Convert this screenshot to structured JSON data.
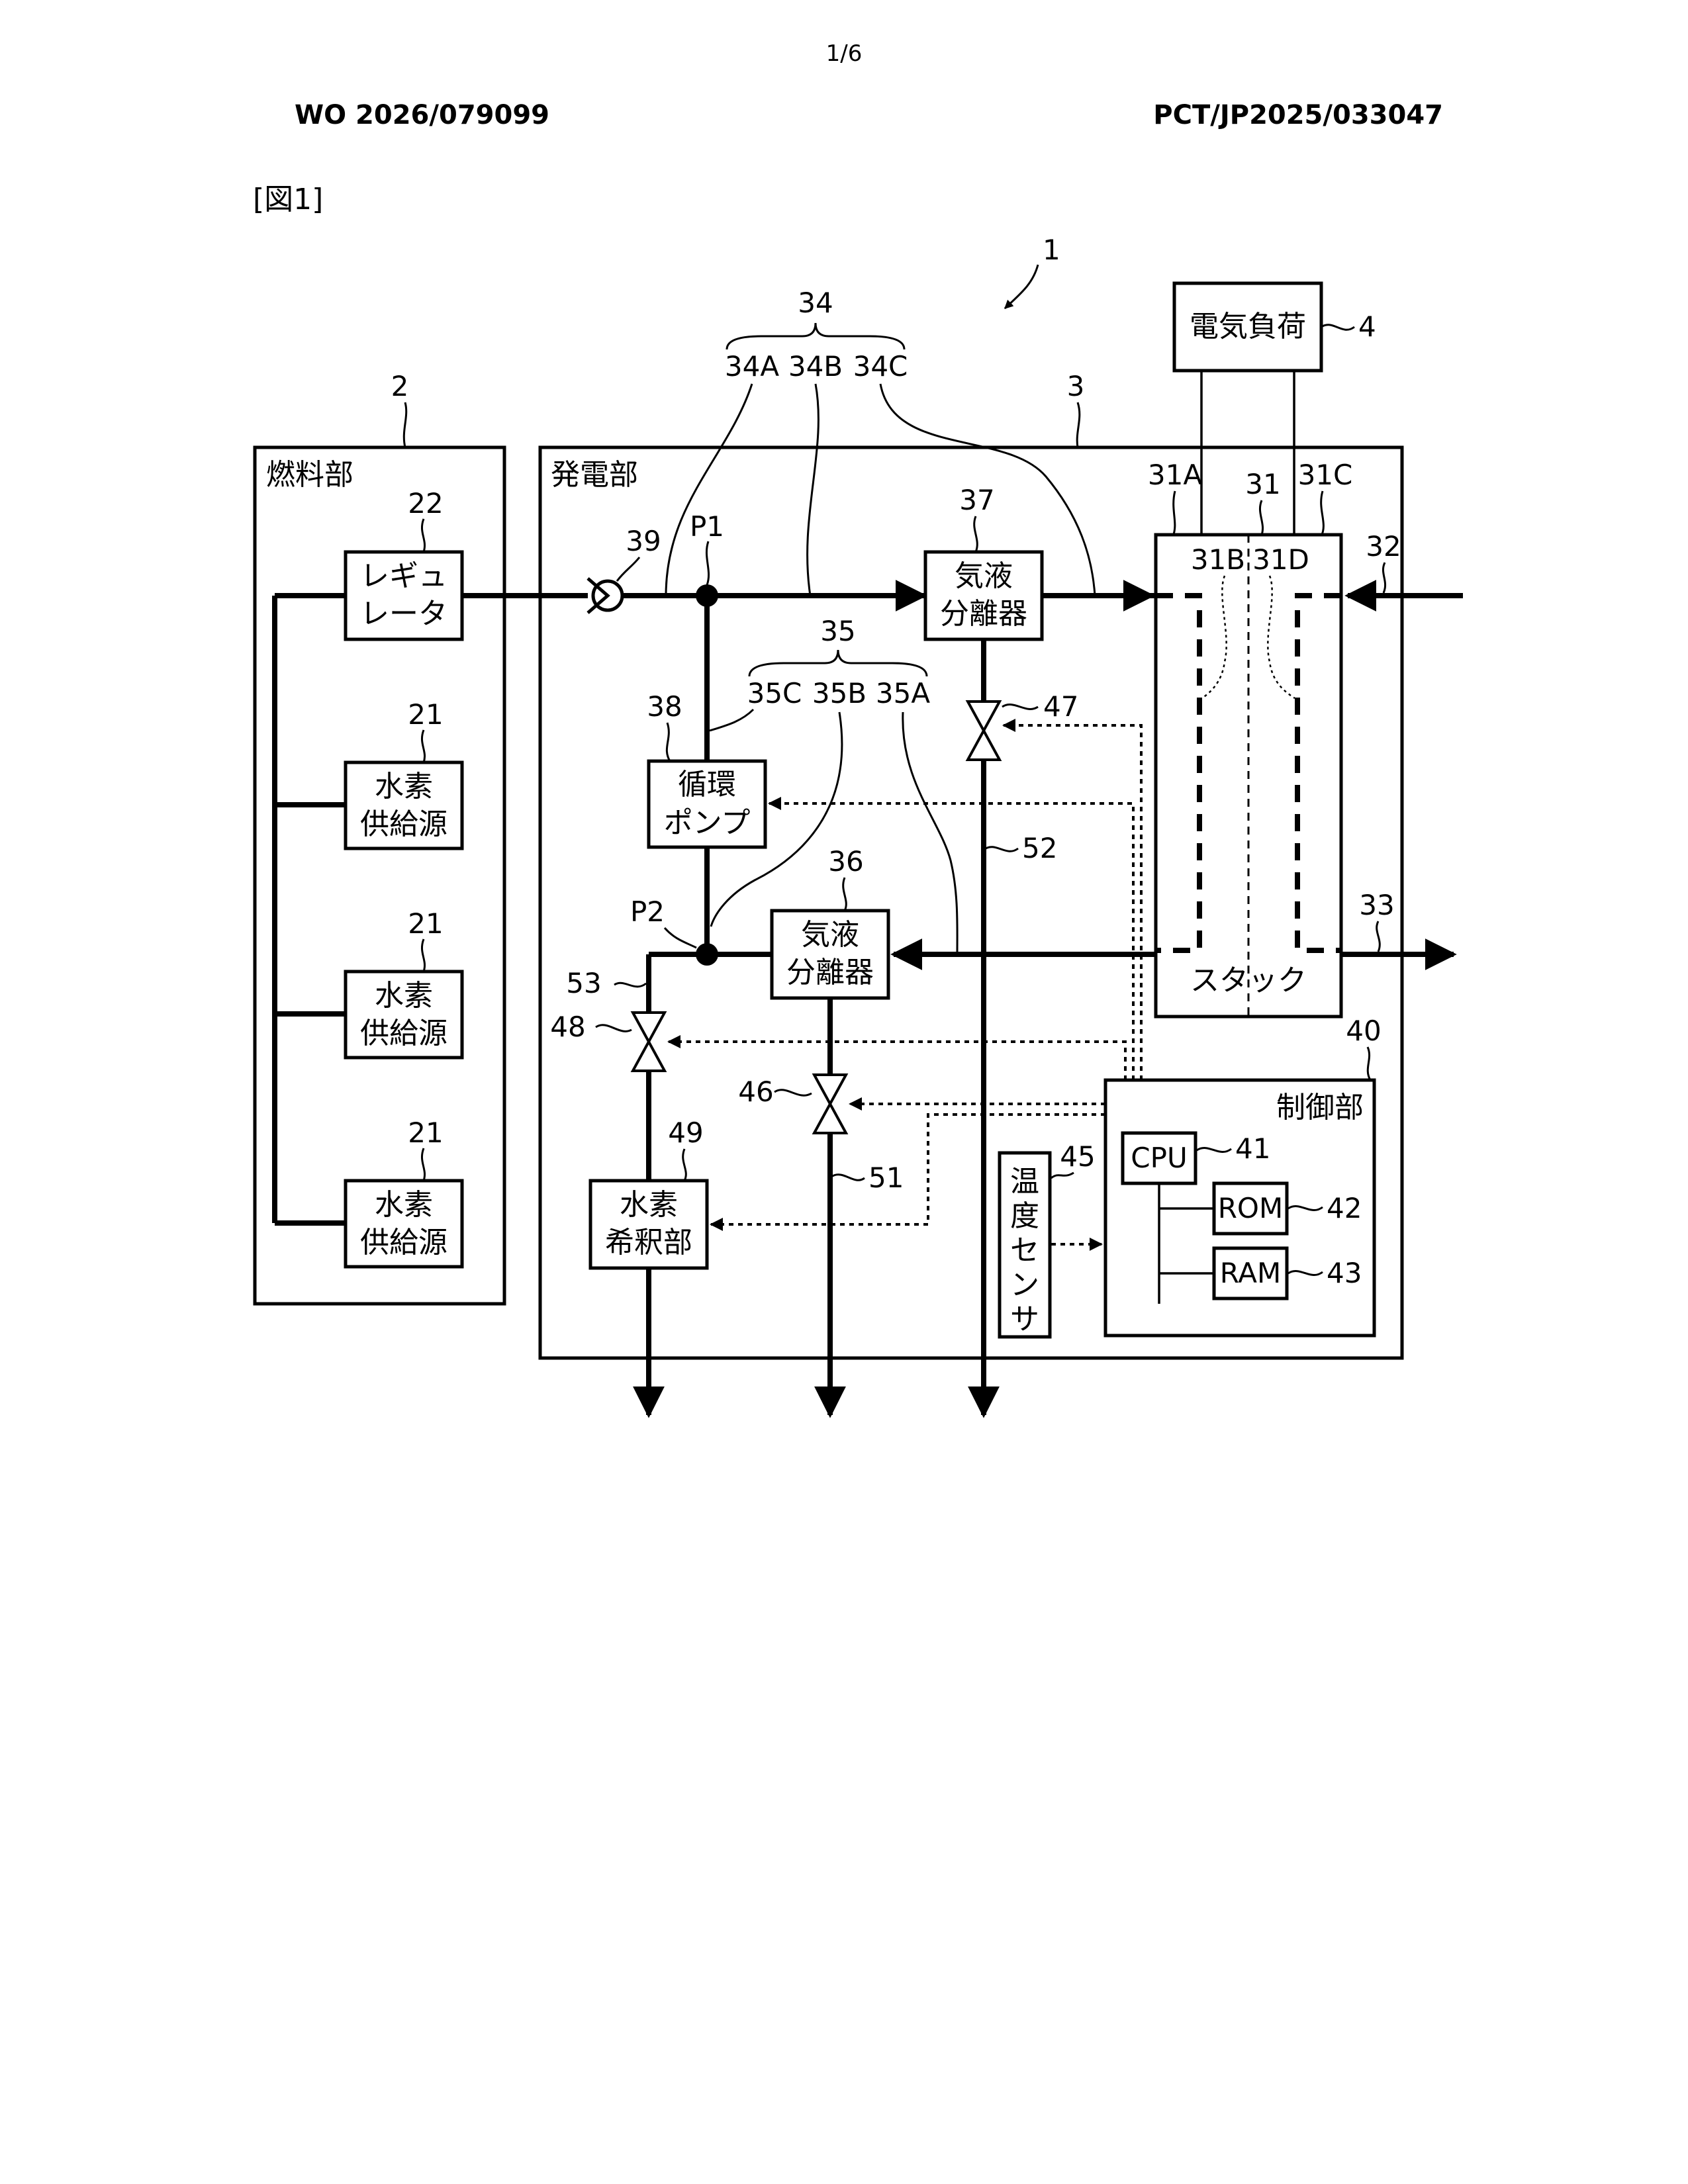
{
  "header": {
    "page_number": "1/6",
    "publication_number": "WO 2026/079099",
    "application_number": "PCT/JP2025/033047",
    "figure_label": "[図1]"
  },
  "diagram": {
    "system_ref": "1",
    "fuel_unit": {
      "title": "燃料部",
      "ref": "2"
    },
    "power_unit": {
      "title": "発電部",
      "ref": "3"
    },
    "electric_load": {
      "label": "電気負荷",
      "ref": "4"
    },
    "regulator": {
      "lines": [
        "レギュ",
        "レータ"
      ],
      "ref": "22"
    },
    "hydrogen_sources": [
      {
        "lines": [
          "水素",
          "供給源"
        ],
        "ref": "21"
      },
      {
        "lines": [
          "水素",
          "供給源"
        ],
        "ref": "21"
      },
      {
        "lines": [
          "水素",
          "供給源"
        ],
        "ref": "21"
      }
    ],
    "check_valve_ref": "39",
    "junctions": [
      "P1",
      "P2"
    ],
    "pipe_group_34": {
      "ref": "34",
      "parts": [
        "34A",
        "34B",
        "34C"
      ]
    },
    "pipe_group_35": {
      "ref": "35",
      "parts": [
        "35C",
        "35B",
        "35A"
      ]
    },
    "separator_top": {
      "lines": [
        "気液",
        "分離器"
      ],
      "ref": "37"
    },
    "separator_bottom": {
      "lines": [
        "気液",
        "分離器"
      ],
      "ref": "36"
    },
    "pump": {
      "lines": [
        "循環",
        "ポンプ"
      ],
      "ref": "38"
    },
    "stack": {
      "label": "スタック",
      "ref": "31",
      "parts": [
        "31A",
        "31B",
        "31C",
        "31D"
      ]
    },
    "inlet_ref": "32",
    "outlet_ref": "33",
    "valves": [
      "47",
      "48",
      "46"
    ],
    "drain_lines": [
      "52",
      "53",
      "51"
    ],
    "diluter": {
      "lines": [
        "水素",
        "希釈部"
      ],
      "ref": "49"
    },
    "temp_sensor": {
      "chars": [
        "温",
        "度",
        "セ",
        "ン",
        "サ"
      ],
      "ref": "45"
    },
    "controller": {
      "title": "制御部",
      "ref": "40"
    },
    "cpu": {
      "label": "CPU",
      "ref": "41"
    },
    "rom": {
      "label": "ROM",
      "ref": "42"
    },
    "ram": {
      "label": "RAM",
      "ref": "43"
    }
  }
}
